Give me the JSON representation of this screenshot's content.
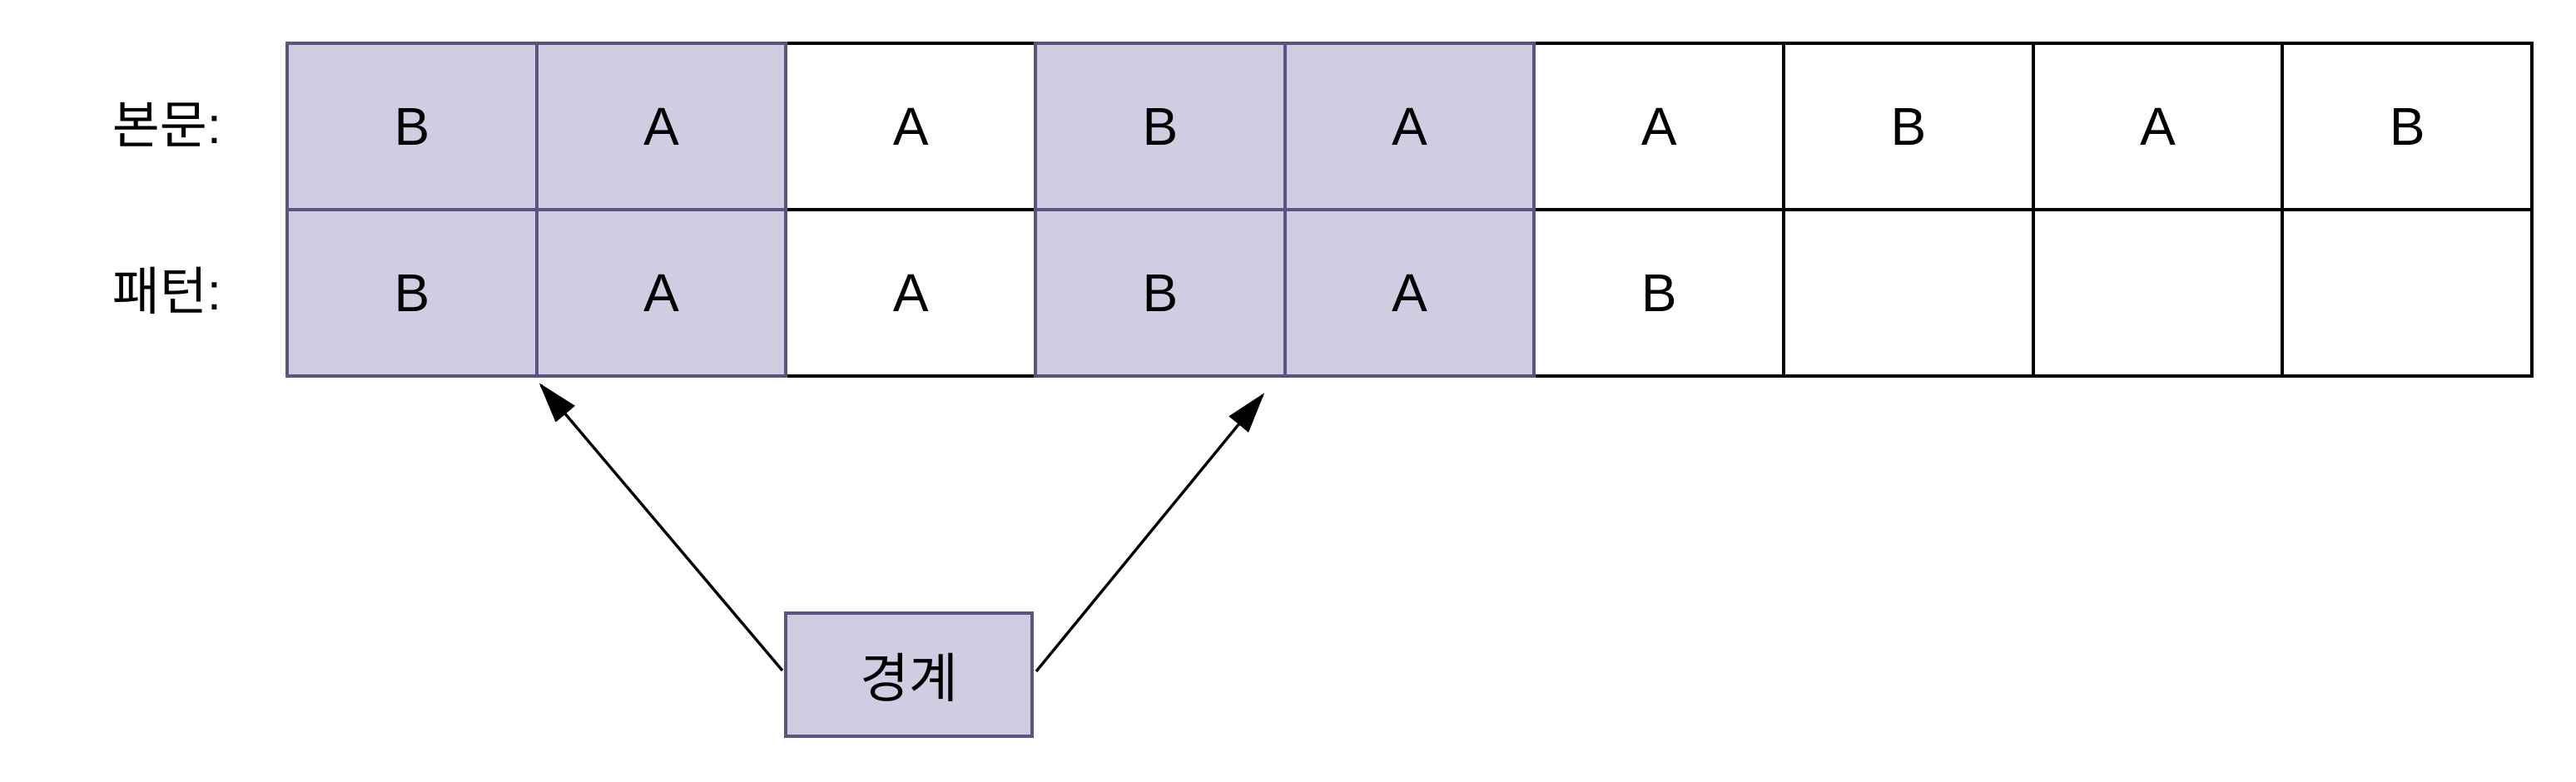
{
  "rows": [
    {
      "label": "본문:",
      "cells": [
        "B",
        "A",
        "A",
        "B",
        "A",
        "A",
        "B",
        "A",
        "B"
      ],
      "highlighted": [
        0,
        1,
        3,
        4
      ]
    },
    {
      "label": "패턴:",
      "cells": [
        "B",
        "A",
        "A",
        "B",
        "A",
        "B",
        "",
        "",
        ""
      ],
      "highlighted": [
        0,
        1,
        3,
        4
      ]
    }
  ],
  "callout": {
    "label": "경계"
  },
  "colors": {
    "highlight_fill": "#d0cde3",
    "highlight_border": "#5a5480",
    "cell_border": "#000000",
    "arrow": "#000000",
    "background": "#ffffff"
  }
}
